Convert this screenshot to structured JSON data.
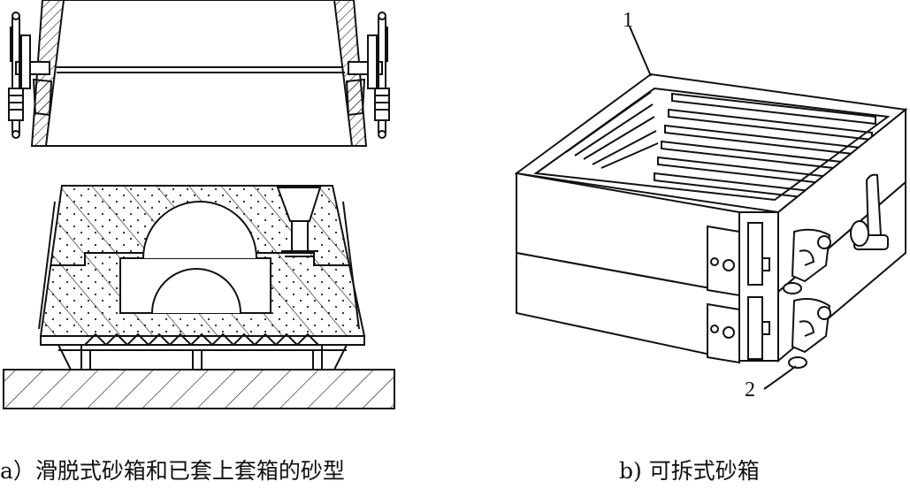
{
  "captions": {
    "a": "a）滑脱式砂箱和已套上套箱的砂型",
    "b": "b) 可拆式砂箱"
  },
  "callouts": {
    "one": "1",
    "two": "2"
  },
  "colors": {
    "ink": "#111111",
    "paper": "#ffffff",
    "shade": "#e8e8e8"
  }
}
